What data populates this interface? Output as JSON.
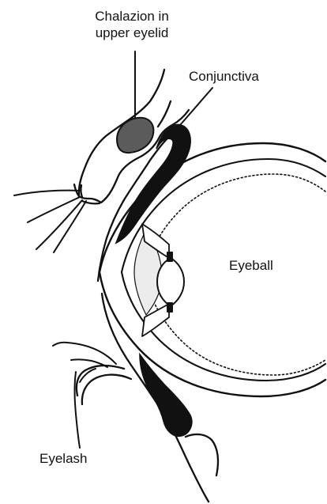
{
  "diagram": {
    "labels": {
      "chalazion_line1": "Chalazion in",
      "chalazion_line2": "upper eyelid",
      "conjunctiva": "Conjunctiva",
      "eyeball": "Eyeball",
      "eyelash": "Eyelash"
    },
    "colors": {
      "background": "#ffffff",
      "outline": "#111111",
      "conjunctiva_fill": "#111111",
      "chalazion_fill": "#5b5b5b",
      "lens_fill": "#ffffff",
      "fluid_fill": "#ececec"
    }
  }
}
